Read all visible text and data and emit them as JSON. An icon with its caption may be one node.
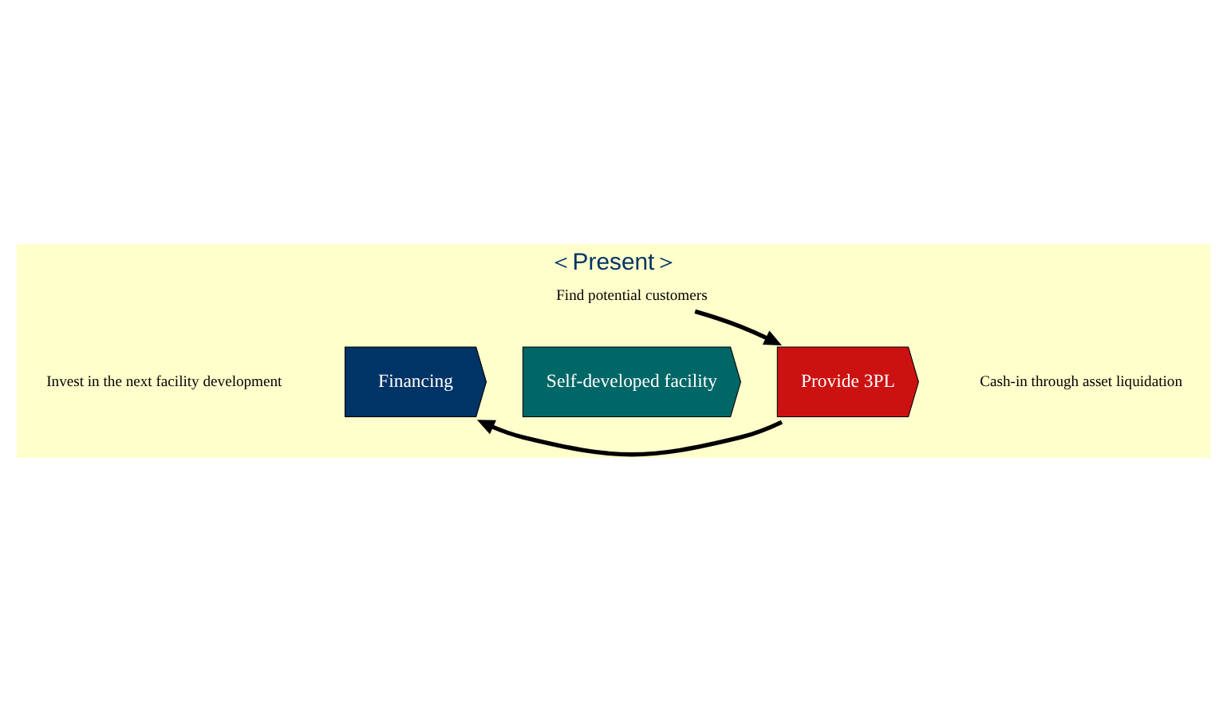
{
  "diagram": {
    "title": "＜Present＞",
    "nodes": [
      {
        "text": [
          "Find potential customers"
        ]
      },
      {
        "text": [
          "Financing"
        ]
      },
      {
        "text": [
          "Self-developed facility"
        ]
      },
      {
        "text": [
          "Provide 3PL"
        ]
      }
    ],
    "edges": [
      {
        "from": 0,
        "to": 3,
        "arrow": "to"
      },
      {
        "from": 3,
        "to": 1,
        "arrow": "to"
      }
    ],
    "labels": [
      "Cash-in through asset liquidation",
      "Invest in the next facility development"
    ]
  }
}
